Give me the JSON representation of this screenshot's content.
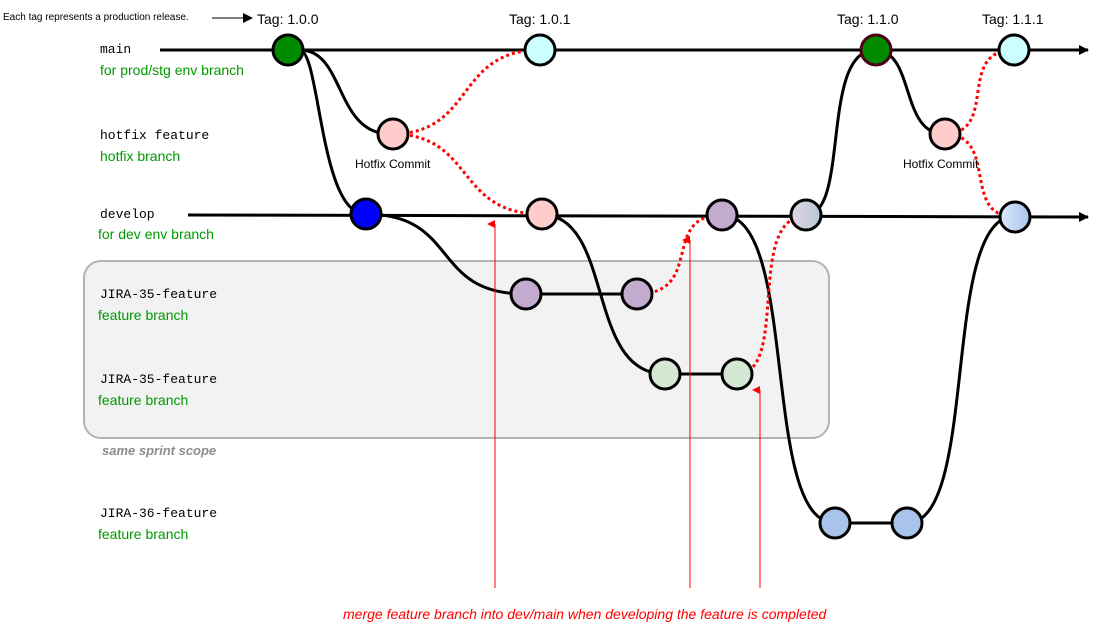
{
  "note": "Each tag represents a production release.",
  "tags": [
    "Tag: 1.0.0",
    "Tag: 1.0.1",
    "Tag: 1.1.0",
    "Tag: 1.1.1"
  ],
  "branches": {
    "main": {
      "name": "main",
      "desc": "for prod/stg env branch"
    },
    "hotfix": {
      "name": "hotfix feature",
      "desc": "hotfix branch"
    },
    "develop": {
      "name": "develop",
      "desc": "for dev env branch"
    },
    "jira35a": {
      "name": "JIRA-35-feature",
      "desc": "feature branch"
    },
    "jira35b": {
      "name": "JIRA-35-feature",
      "desc": "feature branch"
    },
    "jira36": {
      "name": "JIRA-36-feature",
      "desc": "feature branch"
    }
  },
  "hotfix_commit_labels": [
    "Hotfix Commit",
    "Hotfix Commit"
  ],
  "scope_label": "same sprint scope",
  "footer": "merge feature branch into dev/main when developing the feature is  completed",
  "colors": {
    "green": "#008a00",
    "blue": "#0000ff",
    "cyan": "#ccffff",
    "pink": "#ffcccc",
    "purple": "#c3abd0",
    "light_green": "#d5e8d4",
    "blue_light": "#a9c4eb",
    "merge_red": "#ff0000"
  }
}
